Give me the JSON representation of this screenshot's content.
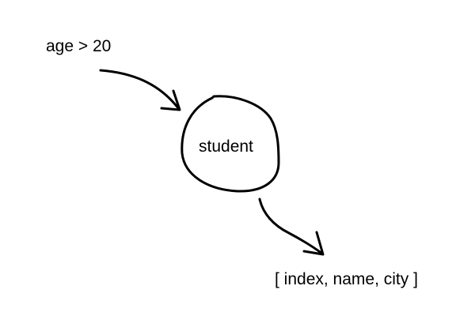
{
  "diagram": {
    "input_label": "age > 20",
    "node_label": "student",
    "output_label": "[ index, name, city ]"
  },
  "colors": {
    "ink": "#000000",
    "background": "#ffffff"
  }
}
